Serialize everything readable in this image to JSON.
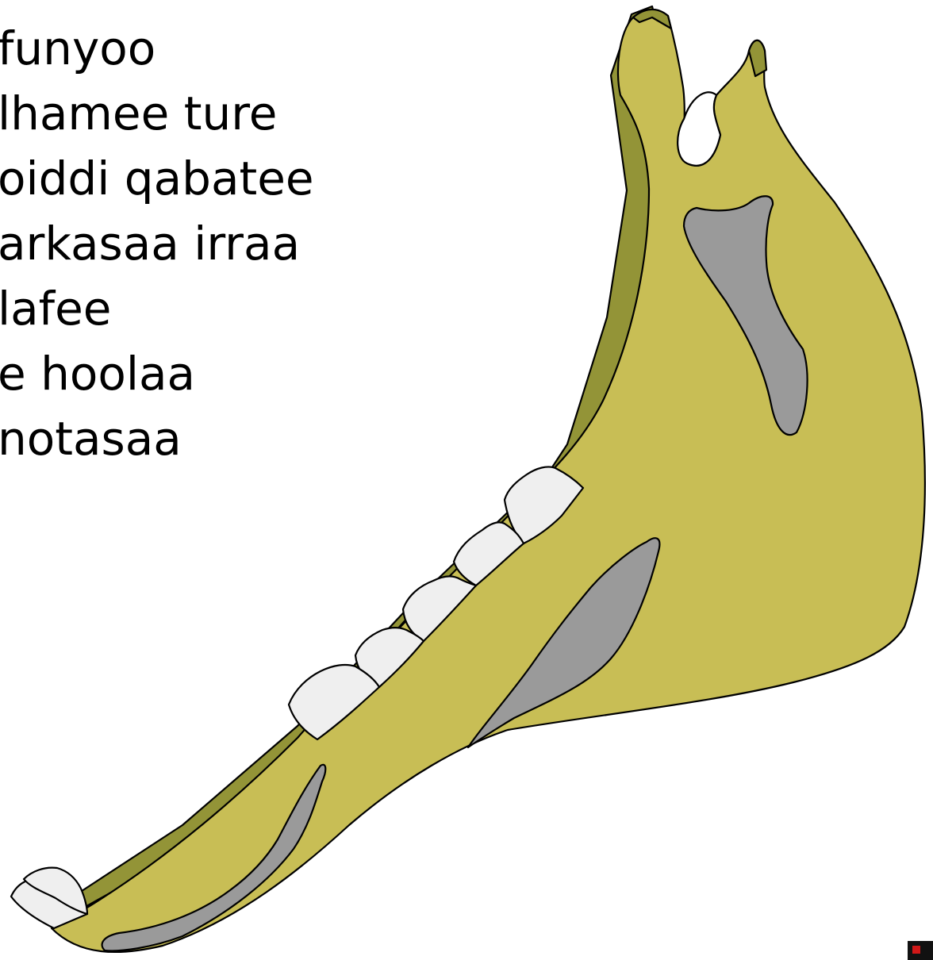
{
  "text_panel": {
    "lines": [
      "",
      "funyoo",
      "lhamee ture",
      "oiddi qabatee",
      "arkasaa irraa",
      "lafee",
      "e hoolaa",
      "notasaa"
    ]
  },
  "diagram": {
    "subject": "sheep-mandible-illustration",
    "colors": {
      "bone": "#c8be55",
      "bone_shadow": "#939437",
      "cavity": "#9a9a9a",
      "teeth": "#efefef",
      "outline": "#000000"
    }
  },
  "corner_mark": {
    "icon": "corner-logo-icon",
    "colors": [
      "#111111",
      "#d01818"
    ]
  }
}
